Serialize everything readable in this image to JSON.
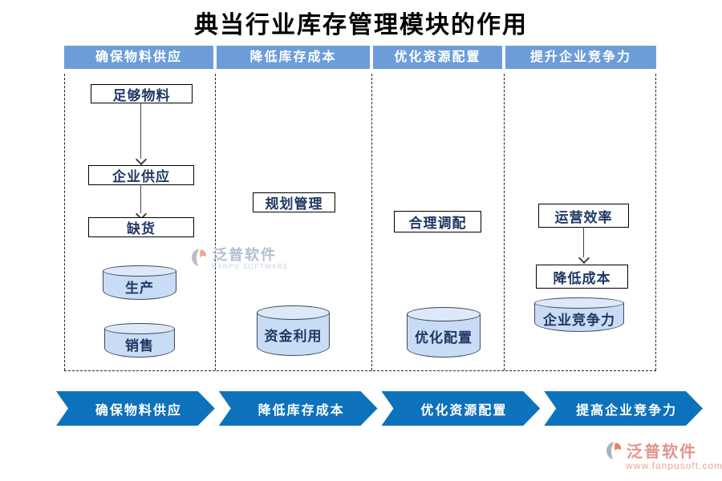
{
  "title": "典当行业库存管理模块的作用",
  "columns": [
    {
      "header": "确保物料供应",
      "boxes": [
        "足够物料",
        "企业供应",
        "缺货"
      ],
      "cylinders": [
        "生产",
        "销售"
      ]
    },
    {
      "header": "降低库存成本",
      "boxes": [
        "规划管理"
      ],
      "cylinders": [
        "资金利用"
      ]
    },
    {
      "header": "优化资源配置",
      "boxes": [
        "合理调配"
      ],
      "cylinders": [
        "优化配置"
      ]
    },
    {
      "header": "提升企业竞争力",
      "boxes": [
        "运营效率",
        "降低成本"
      ],
      "cylinders": [
        "企业竞争力"
      ]
    }
  ],
  "bottom_banner": [
    "确保物料供应",
    "降低库存成本",
    "优化资源配置",
    "提高企业竞争力"
  ],
  "watermark": {
    "brand": "泛普软件",
    "subtitle": "FANPU SOFTWARE",
    "url": "www.fanpusoft.com"
  },
  "colors": {
    "header_blue": "#6D9DD9",
    "banner_blue": "#0D72BC",
    "cylinder_fill": "#C9DCF5",
    "box_text_navy": "#1F3864",
    "watermark_salmon": "#E2938A"
  }
}
